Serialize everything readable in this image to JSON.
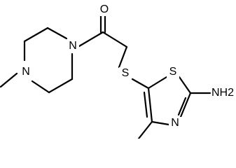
{
  "atom_labels": {
    "oxygen": "O",
    "piperazine_n1": "N",
    "piperazine_n4": "N",
    "sulfur_thioether": "S",
    "sulfur_ring": "S",
    "thiazole_n": "N",
    "amine": "NH2"
  }
}
